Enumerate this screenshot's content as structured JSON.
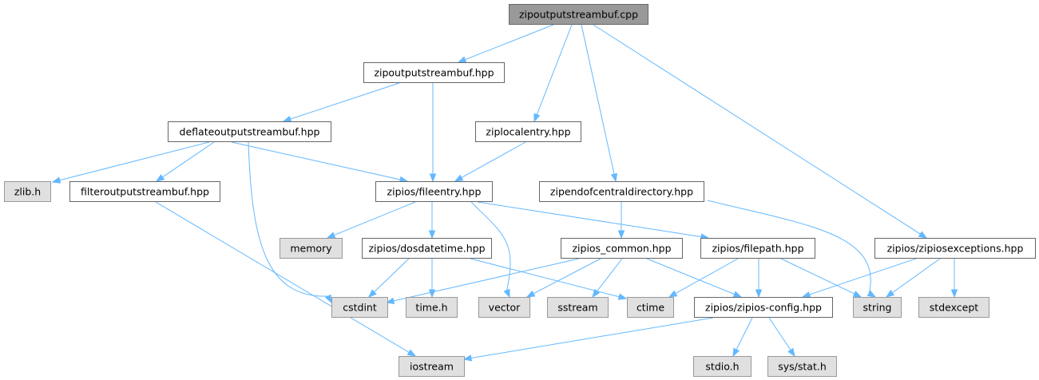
{
  "diagram": {
    "nodes": [
      {
        "id": "root",
        "label": "zipoutputstreambuf.cpp",
        "kind": "root"
      },
      {
        "id": "zosb_hpp",
        "label": "zipoutputstreambuf.hpp",
        "kind": "file"
      },
      {
        "id": "dosb",
        "label": "deflateoutputstreambuf.hpp",
        "kind": "file"
      },
      {
        "id": "zle",
        "label": "ziplocalentry.hpp",
        "kind": "file"
      },
      {
        "id": "zlib",
        "label": "zlib.h",
        "kind": "sys"
      },
      {
        "id": "fosb",
        "label": "filteroutputstreambuf.hpp",
        "kind": "file"
      },
      {
        "id": "fe",
        "label": "zipios/fileentry.hpp",
        "kind": "file"
      },
      {
        "id": "zecd",
        "label": "zipendofcentraldirectory.hpp",
        "kind": "file"
      },
      {
        "id": "memory",
        "label": "memory",
        "kind": "sys"
      },
      {
        "id": "dos",
        "label": "zipios/dosdatetime.hpp",
        "kind": "file"
      },
      {
        "id": "common",
        "label": "zipios_common.hpp",
        "kind": "file"
      },
      {
        "id": "fp",
        "label": "zipios/filepath.hpp",
        "kind": "file"
      },
      {
        "id": "zex",
        "label": "zipios/zipiosexceptions.hpp",
        "kind": "file"
      },
      {
        "id": "cstdint",
        "label": "cstdint",
        "kind": "sys"
      },
      {
        "id": "timeh",
        "label": "time.h",
        "kind": "sys"
      },
      {
        "id": "vector",
        "label": "vector",
        "kind": "sys"
      },
      {
        "id": "sstream",
        "label": "sstream",
        "kind": "sys"
      },
      {
        "id": "ctime",
        "label": "ctime",
        "kind": "sys"
      },
      {
        "id": "config",
        "label": "zipios/zipios-config.hpp",
        "kind": "file"
      },
      {
        "id": "string",
        "label": "string",
        "kind": "sys"
      },
      {
        "id": "stdexcept",
        "label": "stdexcept",
        "kind": "sys"
      },
      {
        "id": "iostream",
        "label": "iostream",
        "kind": "sys"
      },
      {
        "id": "stdio",
        "label": "stdio.h",
        "kind": "sys"
      },
      {
        "id": "stat",
        "label": "sys/stat.h",
        "kind": "sys"
      }
    ],
    "edges": [
      [
        "root",
        "zosb_hpp"
      ],
      [
        "root",
        "zle"
      ],
      [
        "root",
        "zecd"
      ],
      [
        "root",
        "zex"
      ],
      [
        "zosb_hpp",
        "dosb"
      ],
      [
        "zosb_hpp",
        "fe"
      ],
      [
        "dosb",
        "zlib"
      ],
      [
        "dosb",
        "fosb"
      ],
      [
        "dosb",
        "fe"
      ],
      [
        "dosb",
        "cstdint"
      ],
      [
        "zle",
        "fe"
      ],
      [
        "fosb",
        "iostream"
      ],
      [
        "fe",
        "memory"
      ],
      [
        "fe",
        "dos"
      ],
      [
        "fe",
        "vector"
      ],
      [
        "fe",
        "fp"
      ],
      [
        "zecd",
        "common"
      ],
      [
        "zecd",
        "string"
      ],
      [
        "dos",
        "cstdint"
      ],
      [
        "dos",
        "timeh"
      ],
      [
        "dos",
        "ctime"
      ],
      [
        "common",
        "cstdint"
      ],
      [
        "common",
        "vector"
      ],
      [
        "common",
        "sstream"
      ],
      [
        "common",
        "config"
      ],
      [
        "fp",
        "ctime"
      ],
      [
        "fp",
        "config"
      ],
      [
        "fp",
        "string"
      ],
      [
        "zex",
        "config"
      ],
      [
        "zex",
        "string"
      ],
      [
        "zex",
        "stdexcept"
      ],
      [
        "config",
        "iostream"
      ],
      [
        "config",
        "stdio"
      ],
      [
        "config",
        "stat"
      ]
    ],
    "colors": {
      "edge": "#63b8ff",
      "root_fill": "#999999",
      "file_fill": "#ffffff",
      "sys_fill": "#e0e0e0",
      "border": "#666666"
    }
  }
}
